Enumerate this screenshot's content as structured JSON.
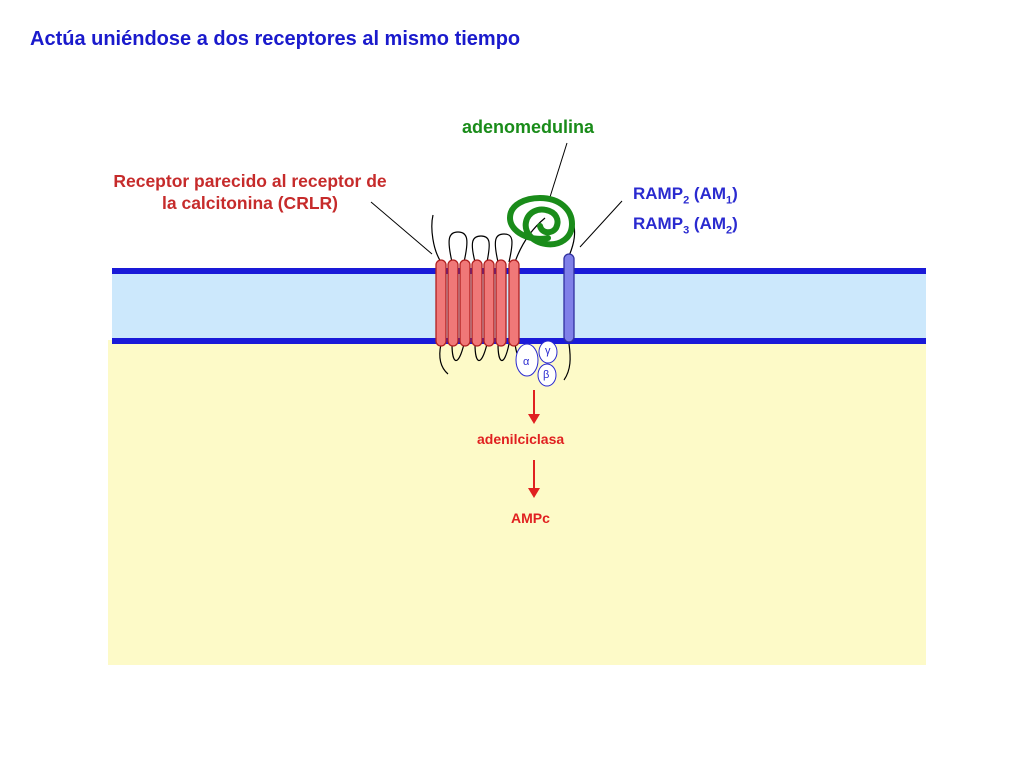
{
  "title": "Actúa uniéndose a dos receptores al mismo tiempo",
  "labels": {
    "crlr_line1": "Receptor parecido al receptor de",
    "crlr_line2": "la calcitonina (CRLR)",
    "adrenomedullin": "adenomedulina",
    "ramp2_prefix": "RAMP",
    "ramp2_sub": "2",
    "ramp2_mid": " (AM",
    "ramp2_sub2": "1",
    "ramp2_end": ")",
    "ramp3_prefix": "RAMP",
    "ramp3_sub": "3",
    "ramp3_mid": " (AM",
    "ramp3_sub2": "2",
    "ramp3_end": ")",
    "g_alpha": "α",
    "g_gamma": "γ",
    "g_beta": "β",
    "adenylate_cyclase": "adenilciclasa",
    "camp": "AMPc"
  },
  "colors": {
    "title": "#1a1acc",
    "membrane_line": "#1a1ad8",
    "membrane_fill": "#cce8fc",
    "cytoplasm": "#fdfac8",
    "receptor_fill": "#f07878",
    "receptor_stroke": "#b02020",
    "ramp_fill": "#8080e8",
    "ramp_stroke": "#3030a0",
    "ligand": "#1a8c1a",
    "arrow": "#e02020"
  }
}
